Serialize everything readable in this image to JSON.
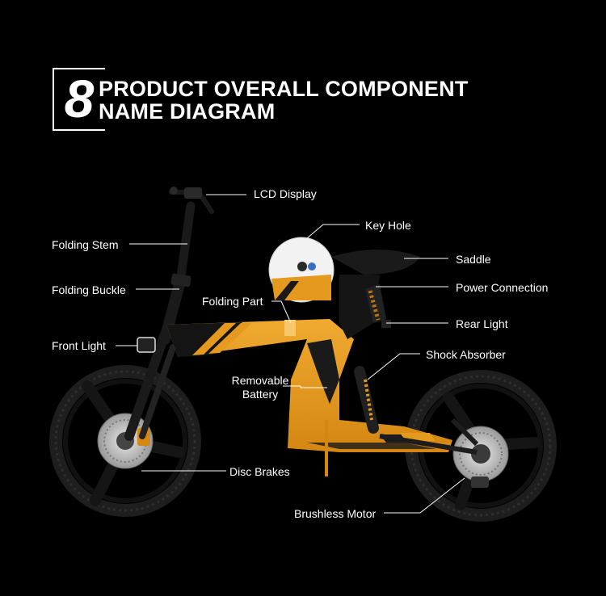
{
  "header": {
    "badge_glyph": "8",
    "title_line1": "PRODUCT OVERALL COMPONENT",
    "title_line2": "NAME DIAGRAM"
  },
  "labels": {
    "lcd_display": "LCD Display",
    "key_hole": "Key Hole",
    "saddle": "Saddle",
    "power_connection": "Power Connection",
    "rear_light": "Rear Light",
    "shock_absorber": "Shock Absorber",
    "folding_stem": "Folding Stem",
    "folding_buckle": "Folding Buckle",
    "folding_part": "Folding Part",
    "front_light": "Front Light",
    "removable_battery_line1": "Removable",
    "removable_battery_line2": "Battery",
    "disc_brakes": "Disc Brakes",
    "brushless_motor": "Brushless Motor"
  },
  "colors": {
    "background": "#000000",
    "frame": "#e59a1f",
    "frame_dark": "#b9740e",
    "tire": "#1c1c1c",
    "text": "#ffffff"
  }
}
